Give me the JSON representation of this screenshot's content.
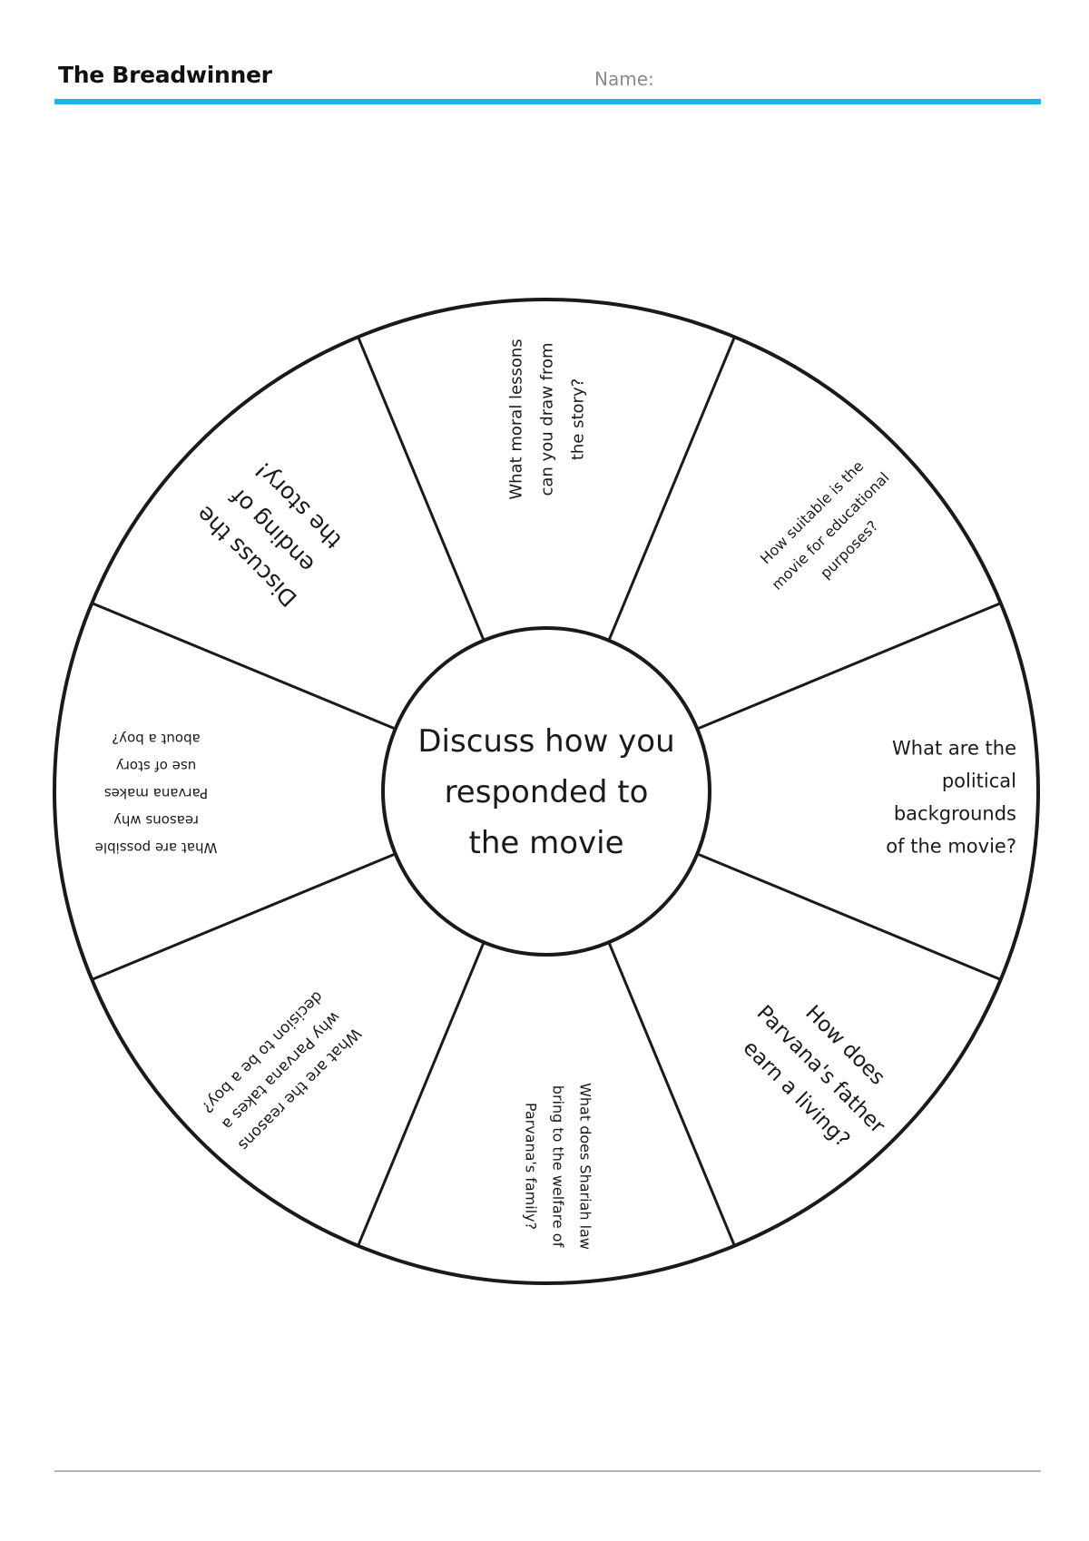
{
  "header": {
    "title": "The Breadwinner",
    "name_label": "Name:"
  },
  "colors": {
    "accent_rule": "#1cb5ea",
    "footer_rule": "#b5b5b5",
    "ink": "#1a1a1a"
  },
  "wheel": {
    "center_lines": [
      "Discuss how you",
      "responded to",
      "the movie"
    ],
    "segments": [
      {
        "id": "moral-lessons",
        "lines": [
          "What moral lessons",
          "can you draw from",
          "the story?"
        ]
      },
      {
        "id": "educational",
        "lines": [
          "How suitable is the",
          "movie for educational",
          "purposes?"
        ]
      },
      {
        "id": "political",
        "lines": [
          "What are the",
          "political",
          "backgrounds",
          "of the movie?"
        ]
      },
      {
        "id": "father-living",
        "lines": [
          "How does",
          "Parvana's father",
          "earn a living?"
        ]
      },
      {
        "id": "shariah-law",
        "lines": [
          "What does Shariah law",
          "bring to the welfare of",
          "Parvana's family?"
        ]
      },
      {
        "id": "decision-boy",
        "lines": [
          "What are the reasons",
          "why Parvana takes a",
          "decision to be a boy?"
        ]
      },
      {
        "id": "story-boy",
        "lines": [
          "What are possible",
          "reasons why",
          "Parvana makes",
          "use of story",
          "about a boy?"
        ]
      },
      {
        "id": "ending",
        "lines": [
          "Discuss the",
          "ending of",
          "the story!"
        ]
      }
    ]
  }
}
